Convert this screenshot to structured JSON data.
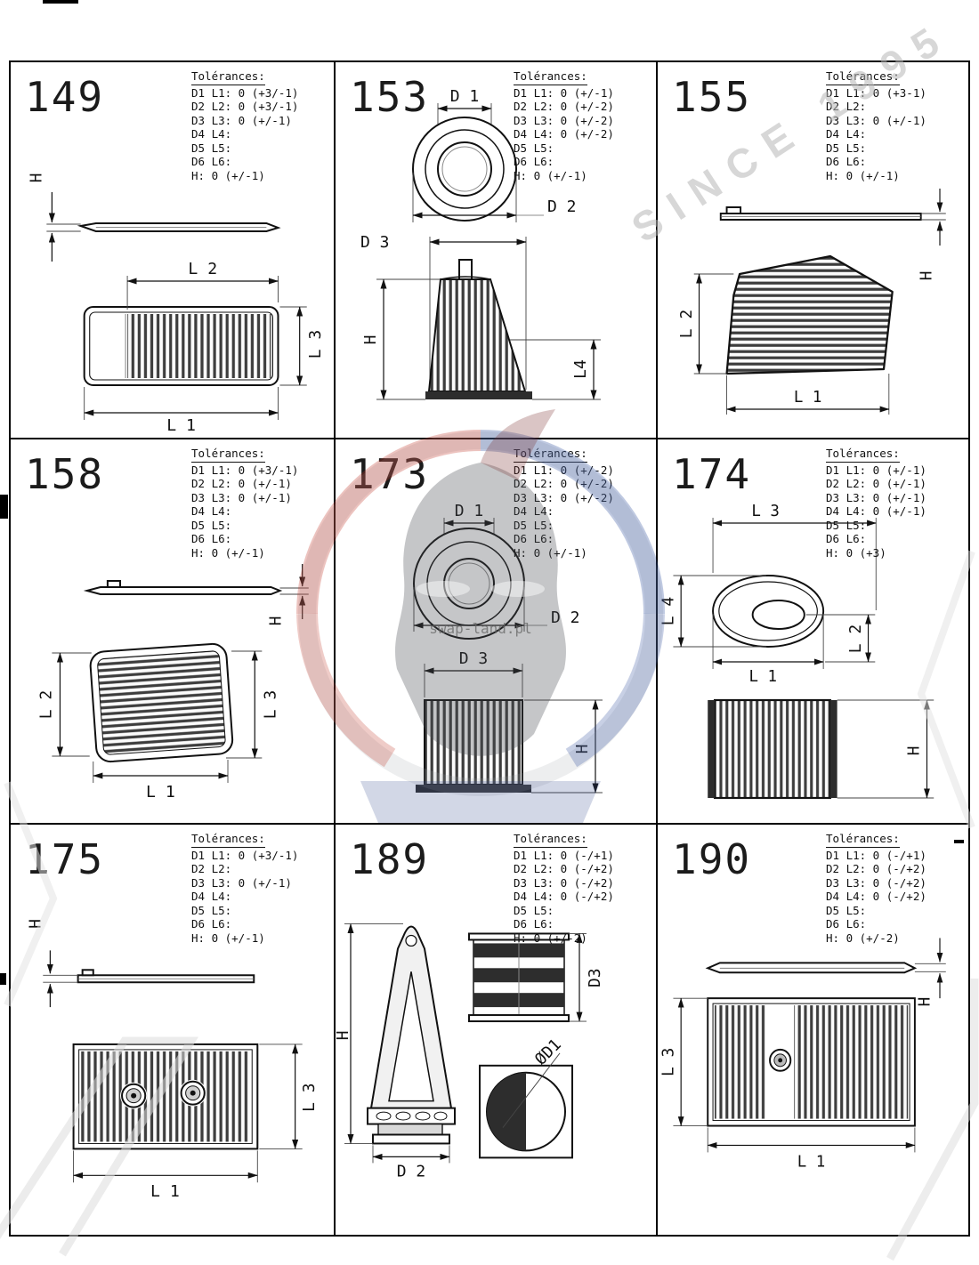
{
  "watermark": {
    "since_text": "SINCE 1995",
    "site_text": "swap-land.pl"
  },
  "cells": [
    {
      "number": "149",
      "tol_title": "Tolérances:",
      "tol_rows": [
        "D1 L1: 0 (+3/-1)",
        "D2 L2: 0 (+3/-1)",
        "D3 L3: 0 (+/-1)",
        "D4 L4:",
        "D5 L5:",
        "D6 L6:",
        "H: 0 (+/-1)"
      ],
      "dims": {
        "h": "H",
        "l1": "L 1",
        "l2": "L 2",
        "l3": "L 3"
      }
    },
    {
      "number": "153",
      "tol_title": "Tolérances:",
      "tol_rows": [
        "D1 L1: 0 (+/-1)",
        "D2 L2: 0 (+/-2)",
        "D3 L3: 0 (+/-2)",
        "D4 L4: 0 (+/-2)",
        "D5 L5:",
        "D6 L6:",
        "H: 0 (+/-1)"
      ],
      "dims": {
        "d1": "D 1",
        "d2": "D 2",
        "d3": "D 3",
        "h": "H",
        "l4": "L4"
      }
    },
    {
      "number": "155",
      "tol_title": "Tolérances:",
      "tol_rows": [
        "D1 L1: 0 (+3-1)",
        "D2 L2:",
        "D3 L3: 0 (+/-1)",
        "D4 L4:",
        "D5 L5:",
        "D6 L6:",
        "H: 0 (+/-1)"
      ],
      "dims": {
        "h": "H",
        "l1": "L 1",
        "l2": "L 2"
      }
    },
    {
      "number": "158",
      "tol_title": "Tolérances:",
      "tol_rows": [
        "D1 L1: 0 (+3/-1)",
        "D2 L2: 0 (+/-1)",
        "D3 L3: 0 (+/-1)",
        "D4 L4:",
        "D5 L5:",
        "D6 L6:",
        "H: 0 (+/-1)"
      ],
      "dims": {
        "h": "H",
        "l1": "L 1",
        "l2": "L 2",
        "l3": "L 3"
      }
    },
    {
      "number": "173",
      "tol_title": "Tolérances:",
      "tol_rows": [
        "D1 L1: 0 (+/-2)",
        "D2 L2: 0 (+/-2)",
        "D3 L3: 0 (+/-2)",
        "D4 L4:",
        "D5 L5:",
        "D6 L6:",
        "H: 0 (+/-1)"
      ],
      "dims": {
        "d1": "D 1",
        "d2": "D 2",
        "d3": "D 3",
        "h": "H"
      }
    },
    {
      "number": "174",
      "tol_title": "Tolérances:",
      "tol_rows": [
        "D1 L1: 0 (+/-1)",
        "D2 L2: 0 (+/-1)",
        "D3 L3: 0 (+/-1)",
        "D4 L4: 0 (+/-1)",
        "D5 L5:",
        "D6 L6:",
        "H: 0 (+3)"
      ],
      "dims": {
        "l1": "L 1",
        "l2": "L 2",
        "l3": "L 3",
        "l4": "L 4",
        "h": "H"
      }
    },
    {
      "number": "175",
      "tol_title": "Tolérances:",
      "tol_rows": [
        "D1 L1: 0 (+3/-1)",
        "D2 L2:",
        "D3 L3: 0 (+/-1)",
        "D4 L4:",
        "D5 L5:",
        "D6 L6:",
        "H: 0 (+/-1)"
      ],
      "dims": {
        "h": "H",
        "l1": "L 1",
        "l3": "L 3"
      }
    },
    {
      "number": "189",
      "tol_title": "Tolérances:",
      "tol_rows": [
        "D1 L1: 0 (-/+1)",
        "D2 L2: 0 (-/+2)",
        "D3 L3: 0 (-/+2)",
        "D4 L4: 0 (-/+2)",
        "D5 L5:",
        "D6 L6:",
        "H: 0 (+/-2)"
      ],
      "dims": {
        "h": "H",
        "d1": "ØD1",
        "d2": "D 2",
        "d3": "D3"
      }
    },
    {
      "number": "190",
      "tol_title": "Tolérances:",
      "tol_rows": [
        "D1 L1: 0 (-/+1)",
        "D2 L2: 0 (-/+2)",
        "D3 L3: 0 (-/+2)",
        "D4 L4: 0 (-/+2)",
        "D5 L5:",
        "D6 L6:",
        "H: 0 (+/-2)"
      ],
      "dims": {
        "h": "H",
        "l1": "L 1",
        "l3": "L 3"
      }
    }
  ]
}
